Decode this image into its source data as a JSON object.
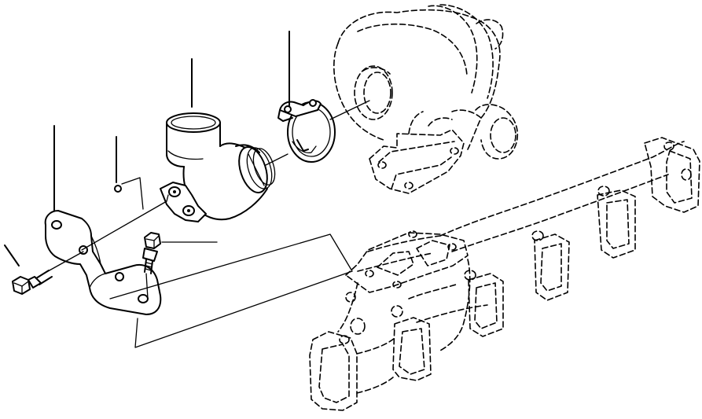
{
  "diagram": {
    "type": "exploded parts view",
    "background": "#ffffff",
    "line_color": "#000000",
    "parts": [
      "turbocharger",
      "exhaust-manifold",
      "clamp",
      "elbow-pipe",
      "bracket",
      "bolt",
      "small-bolt"
    ],
    "callout_count": 6
  }
}
